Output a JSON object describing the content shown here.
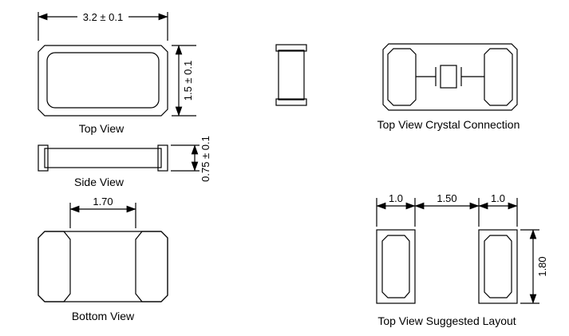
{
  "drawing": {
    "background": "#ffffff",
    "line_color": "#000000",
    "views": {
      "top_view": {
        "label": "Top View",
        "width_dim": "3.2 ± 0.1",
        "height_dim": "1.5 ± 0.1"
      },
      "side_view": {
        "label": "Side View",
        "thickness_dim": "0.75 ± 0.1"
      },
      "bottom_view": {
        "label": "Bottom View",
        "pad_spacing_dim": "1.70"
      },
      "crystal_connection_view": {
        "label": "Top View Crystal Connection"
      },
      "suggested_layout_view": {
        "label": "Top View Suggested Layout",
        "left_pad_width_dim": "1.0",
        "pad_gap_dim": "1.50",
        "right_pad_width_dim": "1.0",
        "pad_height_dim": "1.80"
      }
    }
  }
}
